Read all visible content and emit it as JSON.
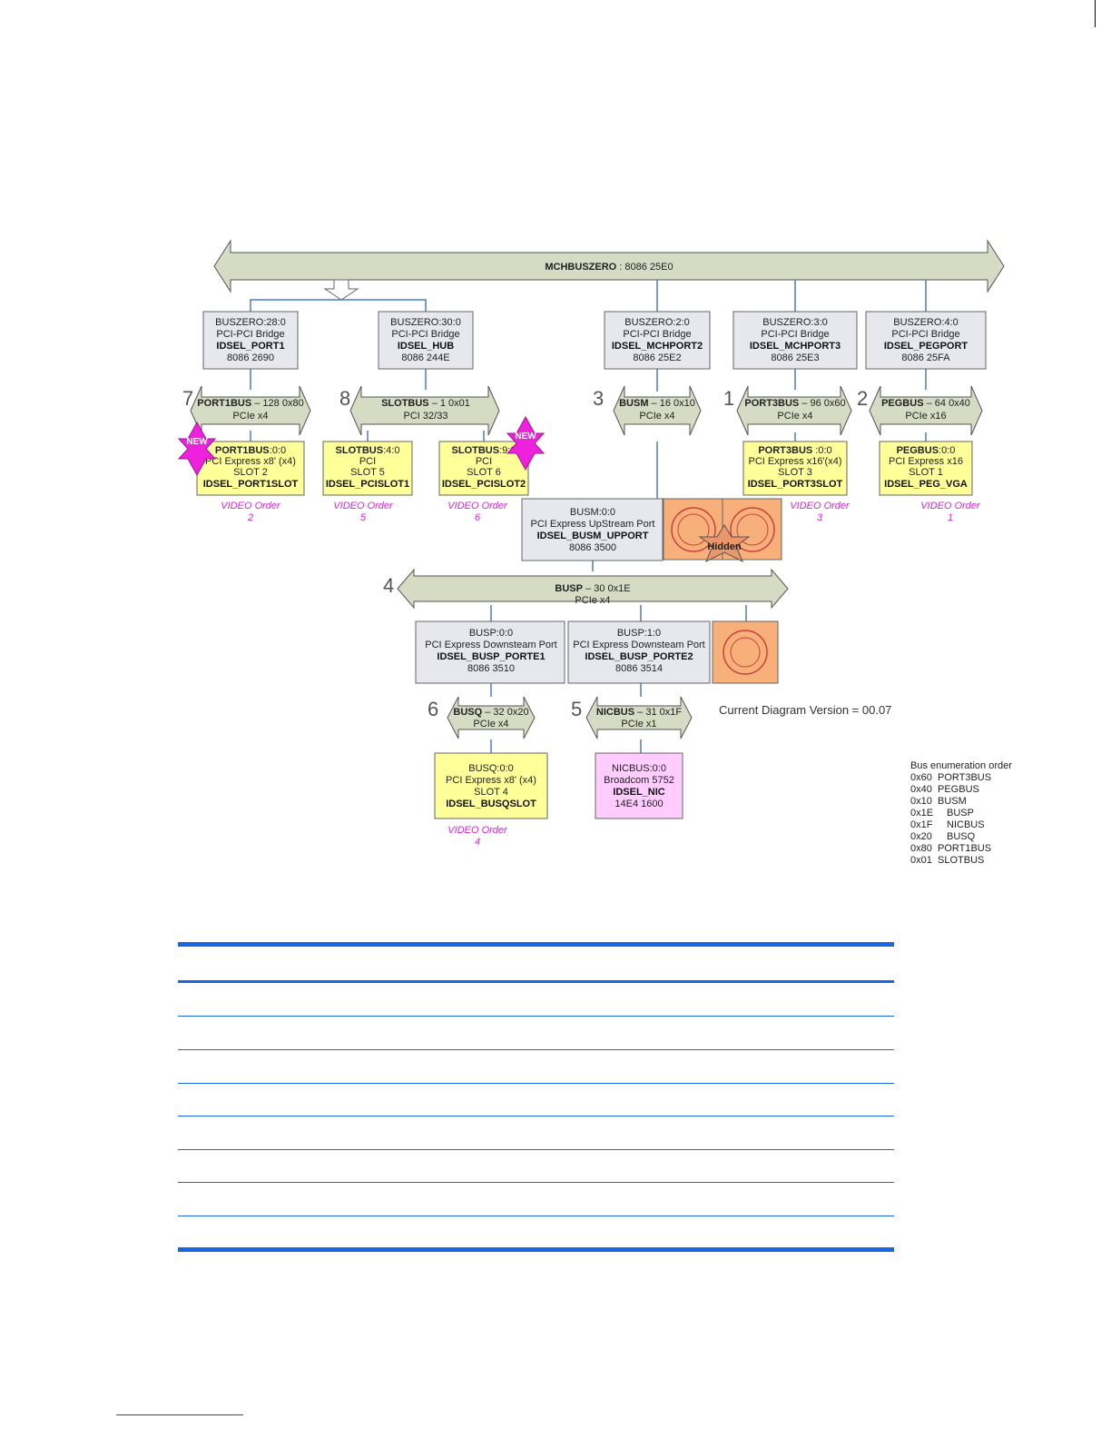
{
  "diagram": {
    "main_bus": {
      "name": "MCHBUSZERO",
      "suffix": " : 8086 25E0"
    },
    "bridges": [
      {
        "lines": [
          "BUSZERO:28:0",
          "PCI-PCI Bridge"
        ],
        "bold": "IDSEL_PORT1",
        "id": "8086 2690"
      },
      {
        "lines": [
          "BUSZERO:30:0",
          "PCI-PCI Bridge"
        ],
        "bold": "IDSEL_HUB",
        "id": "8086 244E"
      },
      {
        "lines": [
          "BUSZERO:2:0",
          "PCI-PCI Bridge"
        ],
        "bold": "IDSEL_MCHPORT2",
        "id": "8086 25E2"
      },
      {
        "lines": [
          "BUSZERO:3:0",
          "PCI-PCI Bridge"
        ],
        "bold": "IDSEL_MCHPORT3",
        "id": "8086 25E3"
      },
      {
        "lines": [
          "BUSZERO:4:0",
          "PCI-PCI Bridge"
        ],
        "bold": "IDSEL_PEGPORT",
        "id": "8086 25FA"
      }
    ],
    "buses": [
      {
        "order": "7",
        "name": "PORT1BUS",
        "detail": " – 128 0x80",
        "type": "PCIe x4"
      },
      {
        "order": "8",
        "name": "SLOTBUS",
        "detail": " – 1 0x01",
        "type": "PCI 32/33"
      },
      {
        "order": "3",
        "name": "BUSM",
        "detail": " – 16 0x10",
        "type": "PCIe x4"
      },
      {
        "order": "1",
        "name": "PORT3BUS",
        "detail": " – 96 0x60",
        "type": "PCIe x4"
      },
      {
        "order": "2",
        "name": "PEGBUS",
        "detail": " – 64 0x40",
        "type": "PCIe x16"
      },
      {
        "order": "4",
        "name": "BUSP",
        "detail": " – 30 0x1E",
        "type": "PCIe x4"
      },
      {
        "order": "6",
        "name": "BUSQ",
        "detail": " – 32 0x20",
        "type": "PCIe x4"
      },
      {
        "order": "5",
        "name": "NICBUS",
        "detail": " – 31 0x1F",
        "type": "PCIe x1"
      }
    ],
    "slots": [
      {
        "head": "PORT1BUS",
        "head_rest": ":0:0",
        "lines": [
          "PCI Express x8' (x4)",
          "SLOT 2"
        ],
        "bold": "IDSEL_PORT1SLOT"
      },
      {
        "head": "SLOTBUS",
        "head_rest": ":4:0",
        "lines": [
          "PCI",
          "SLOT 5"
        ],
        "bold": "IDSEL_PCISLOT1"
      },
      {
        "head": "SLOTBUS",
        "head_rest": ":9:0",
        "lines": [
          "PCI",
          "SLOT 6"
        ],
        "bold": "IDSEL_PCISLOT2"
      },
      {
        "head": "PORT3BUS",
        "head_rest": " :0:0",
        "lines": [
          "PCI Express x16'(x4)",
          "SLOT 3"
        ],
        "bold": "IDSEL_PORT3SLOT"
      },
      {
        "head": "PEGBUS",
        "head_rest": ":0:0",
        "lines": [
          "PCI Express x16",
          "SLOT 1"
        ],
        "bold": "IDSEL_PEG_VGA"
      },
      {
        "head": "",
        "head_rest": "BUSQ:0:0",
        "lines": [
          "PCI Express x8' (x4)",
          "SLOT 4"
        ],
        "bold": "IDSEL_BUSQSLOT"
      }
    ],
    "nic": {
      "lines": [
        "NICBUS:0:0",
        "Broadcom 5752"
      ],
      "bold": "IDSEL_NIC",
      "id": "14E4 1600"
    },
    "upport": {
      "lines": [
        "BUSM:0:0",
        "PCI Express UpStream  Port"
      ],
      "bold": "IDSEL_BUSM_UPPORT",
      "id": "8086 3500"
    },
    "downports": [
      {
        "lines": [
          "BUSP:0:0",
          "PCI Express Downsteam Port"
        ],
        "bold": "IDSEL_BUSP_PORTE1",
        "id": "8086 3510"
      },
      {
        "lines": [
          "BUSP:1:0",
          "PCI Express Downsteam Port"
        ],
        "bold": "IDSEL_BUSP_PORTE2",
        "id": "8086 3514"
      }
    ],
    "hidden_label": "Hidden",
    "new_badge": "NEW",
    "video_orders": [
      {
        "label": "VIDEO Order",
        "num": "2"
      },
      {
        "label": "VIDEO Order",
        "num": "5"
      },
      {
        "label": "VIDEO Order",
        "num": "6"
      },
      {
        "label": "VIDEO Order",
        "num": "3"
      },
      {
        "label": "VIDEO Order",
        "num": "1"
      },
      {
        "label": "VIDEO Order",
        "num": "4"
      }
    ],
    "version": "Current Diagram Version = 00.07",
    "enumeration": {
      "title": "Bus enumeration order",
      "rows": [
        {
          "code": "0x60",
          "name": "PORT3BUS"
        },
        {
          "code": "0x40",
          "name": "PEGBUS"
        },
        {
          "code": "0x10",
          "name": "BUSM"
        },
        {
          "code": "0x1E",
          "name": "BUSP"
        },
        {
          "code": "0x1F",
          "name": "NICBUS"
        },
        {
          "code": "0x20",
          "name": "BUSQ"
        },
        {
          "code": "0x80",
          "name": "PORT1BUS"
        },
        {
          "code": "0x01",
          "name": "SLOTBUS"
        }
      ]
    },
    "colors": {
      "bus_fill": "#d6dcc4",
      "bridge_fill": "#e6e8ee",
      "slot_fill": "#ffff99",
      "nic_fill": "#ffccff",
      "hidden_fill": "#f7b07a",
      "badge_fill": "#ee22dd",
      "connector": "#4a7ec0",
      "table_rule": "#1a66e0"
    }
  }
}
